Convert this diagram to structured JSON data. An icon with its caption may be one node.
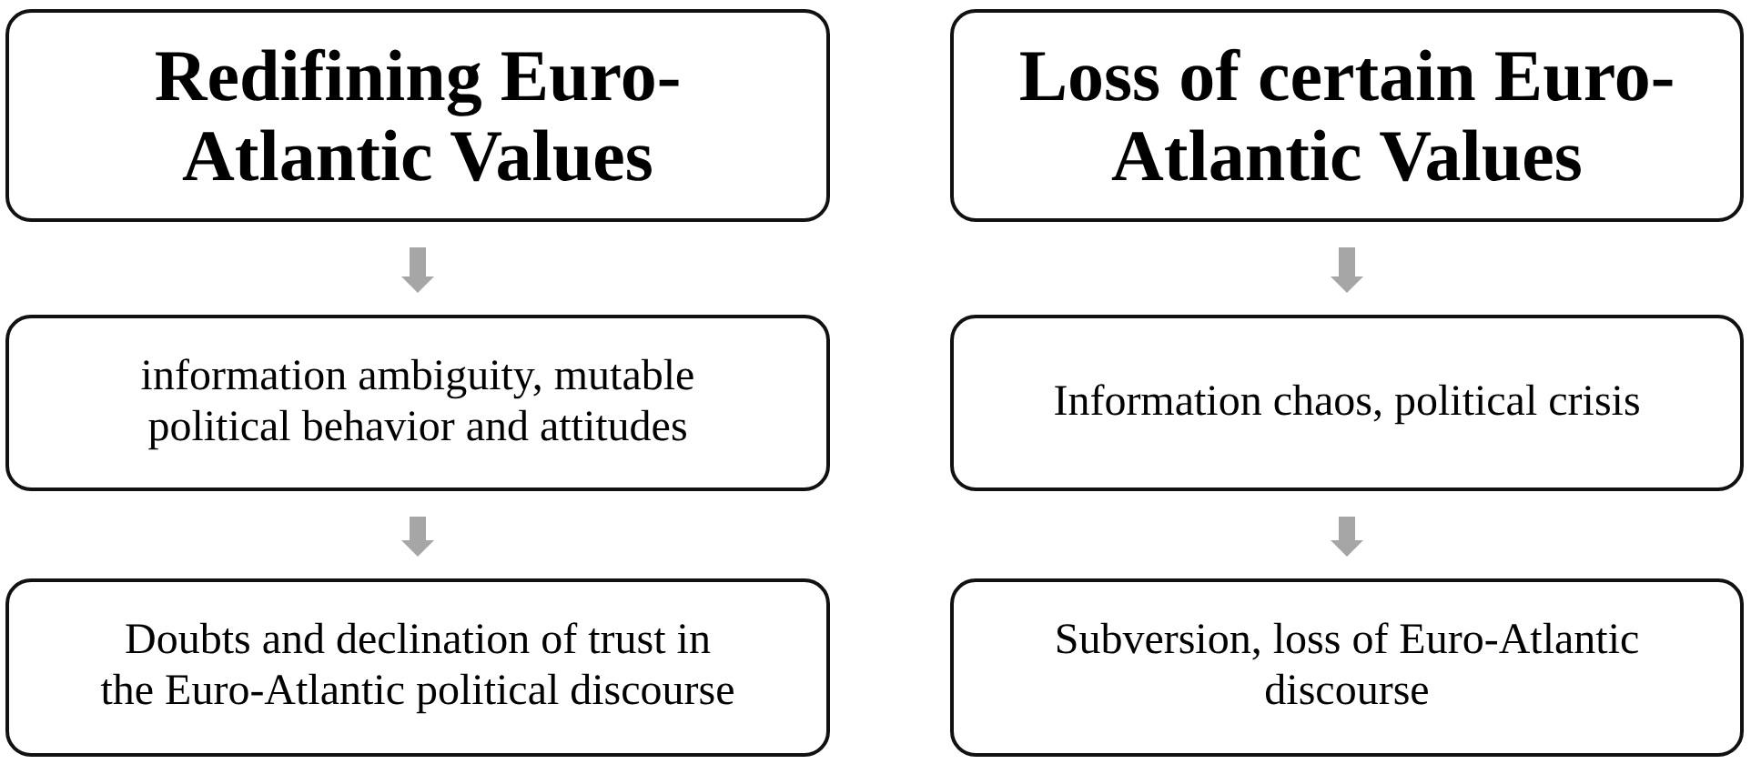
{
  "diagram": {
    "nodes": [
      {
        "text": [
          "Redifining Euro-Atlantic Values"
        ]
      },
      {
        "text": [
          "information ambiguity, mutable political behavior and attitudes"
        ]
      },
      {
        "text": [
          "Doubts and declination of trust in the Euro-Atlantic political discourse"
        ]
      },
      {
        "text": [
          "Loss of certain Euro-Atlantic Values"
        ]
      },
      {
        "text": [
          "Information chaos, political crisis"
        ]
      },
      {
        "text": [
          "Subversion, loss of Euro-Atlantic discourse"
        ]
      }
    ],
    "edges": [
      {
        "from": 0,
        "to": 1,
        "arrow": "to"
      },
      {
        "from": 1,
        "to": 2,
        "arrow": "to"
      },
      {
        "from": 3,
        "to": 4,
        "arrow": "to"
      },
      {
        "from": 4,
        "to": 5,
        "arrow": "to"
      }
    ]
  }
}
